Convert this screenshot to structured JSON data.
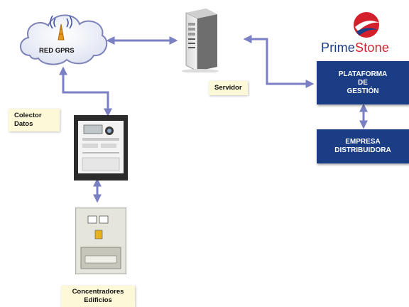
{
  "nodes": {
    "cloud_label": "RED GPRS",
    "server_label": "Servidor",
    "collector_label_1": "Colector",
    "collector_label_2": "Datos",
    "concentrators_label_1": "Concentradores",
    "concentrators_label_2": "Edificios",
    "platform_line_1": "PLATAFORMA",
    "platform_line_2": "DE",
    "platform_line_3": "GESTIÓN",
    "company_line_1": "EMPRESA",
    "company_line_2": "DISTRIBUIDORA"
  },
  "brand": {
    "name_part_1": "Prime",
    "name_part_2": "Stone"
  },
  "colors": {
    "arrow": "#7b7fc4",
    "box": "#1b3d86",
    "label_bg": "#fdf8d8",
    "brand_red": "#d41f2d",
    "brand_blue": "#1b3d86"
  }
}
